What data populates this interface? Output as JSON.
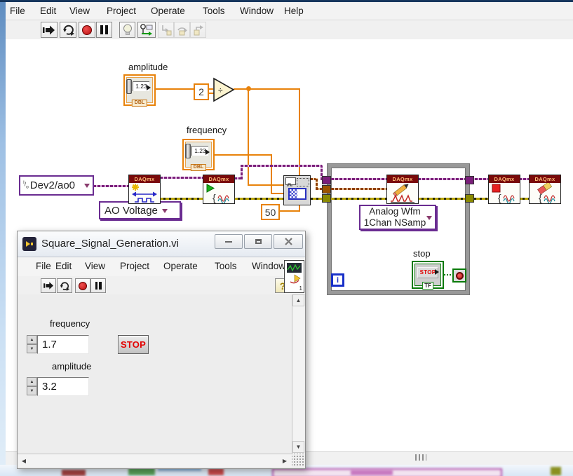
{
  "main_window": {
    "menu": [
      "File",
      "Edit",
      "View",
      "Project",
      "Operate",
      "Tools",
      "Window",
      "Help"
    ]
  },
  "diagram": {
    "amplitude": {
      "label": "amplitude",
      "display": "1.23",
      "type_tag": "DBL"
    },
    "frequency": {
      "label": "frequency",
      "display": "1.23",
      "type_tag": "DBL"
    },
    "divide_symbol": "÷",
    "half_constant": "2",
    "rate_constant": "50",
    "physical_channel": "Dev2/ao0",
    "channel_type": "AO Voltage",
    "daqmx_label": "DAQmx",
    "write_mode_line1": "Analog Wfm",
    "write_mode_line2": "1Chan NSamp",
    "stop": {
      "label": "stop",
      "text": "STOP",
      "type_tag": "TF"
    },
    "iteration_terminal": "i"
  },
  "front_panel": {
    "title": "Square_Signal_Generation.vi",
    "menu": [
      "File",
      "Edit",
      "View",
      "Project",
      "Operate",
      "Tools",
      "Window"
    ],
    "help_button": "?",
    "vi_icon_number": "1",
    "frequency": {
      "label": "frequency",
      "value": "1.7"
    },
    "amplitude": {
      "label": "amplitude",
      "value": "3.2"
    },
    "stop_button": "STOP"
  },
  "icons": {
    "run": "run-arrow",
    "run_continuous": "circular-arrows",
    "abort": "red-circle",
    "pause": "pause-bars",
    "highlight_execution": "lightbulb",
    "retain_wire_values": "probe",
    "step_into": "step-into",
    "step_over": "step-over",
    "step_out": "step-out",
    "minimize": "minimize",
    "maximize": "maximize",
    "close": "close"
  },
  "colors": {
    "dbl_orange": "#E8820A",
    "task_purple": "#7A1F7A",
    "node_header_red": "#7A0A0A",
    "error_olive": "#B8A400",
    "waveform_brown": "#8F4000",
    "bool_green": "#0A7A0A",
    "loop_gray": "#999999",
    "selector_purple": "#6A2C91"
  }
}
